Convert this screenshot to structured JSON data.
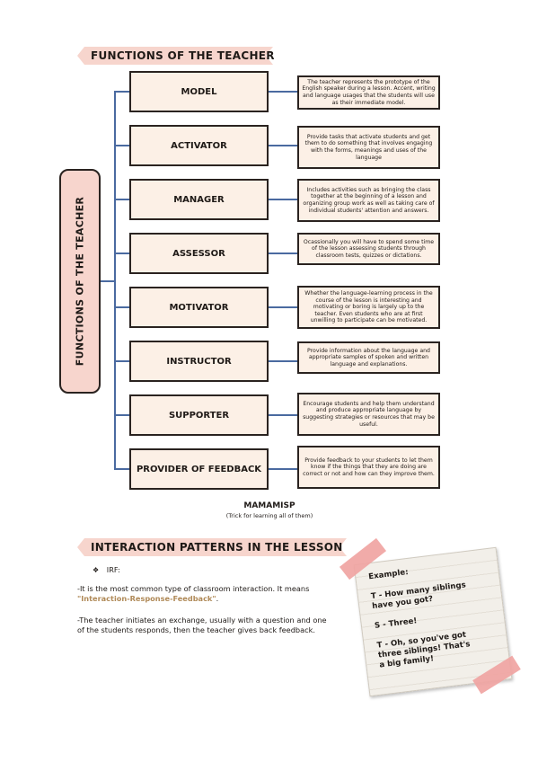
{
  "section1": {
    "title": "FUNCTIONS OF THE TEACHER"
  },
  "sidebar_label": "FUNCTIONS OF THE TEACHER",
  "roles": [
    {
      "name": "MODEL",
      "desc": "The teacher represents the prototype of the English speaker during a lesson. Accent, writing and language usages that the students will use as their immediate model."
    },
    {
      "name": "ACTIVATOR",
      "desc": "Provide tasks that activate students and get them to do something that involves engaging with the forms, meanings and uses of the language"
    },
    {
      "name": "MANAGER",
      "desc": "Includes activities such as bringing the class together at the beginning of a lesson and organizing group work as well as taking care of individual students' attention and answers."
    },
    {
      "name": "ASSESSOR",
      "desc": "Ocassionally you will have to spend some time of the lesson assessing students through classroom tests, quizzes or dictations."
    },
    {
      "name": "MOTIVATOR",
      "desc": "Whether the language-learning process in the course of the lesson is interesting and motivating or boring is largely up to the teacher. Even students who are at first unwilling to participate can be motivated."
    },
    {
      "name": "INSTRUCTOR",
      "desc": "Provide information about the language and appropriate samples of spoken and written language and explanations."
    },
    {
      "name": "SUPPORTER",
      "desc": "Encourage students and help them understand and produce appropriate language by suggesting strategies or resources that may be useful."
    },
    {
      "name": "PROVIDER OF FEEDBACK",
      "desc": "Provide feedback to your students to let them know if the things that they are doing are correct or not and how can they improve them."
    }
  ],
  "mnemonic": {
    "word": "MAMAMISP",
    "hint": "(Trick for learning all of them)"
  },
  "section2": {
    "title": "INTERACTION PATTERNS IN THE LESSON",
    "bullet": "IRF:",
    "p1_before": "-It is the most common type of classroom interaction. It means ",
    "p1_highlight": "\"Interaction-Response-Feedback\"",
    "p1_after": ".",
    "p2": "-The teacher initiates an exchange, usually with a question and one of the students responds, then the teacher gives back feedback."
  },
  "note": {
    "title": "Example:",
    "line1": "T - How many siblings",
    "line2": "have you got?",
    "line3": "S - Three!",
    "line4": "T - Oh, so you've got",
    "line5": "three siblings! That's",
    "line6": "a big family!"
  }
}
